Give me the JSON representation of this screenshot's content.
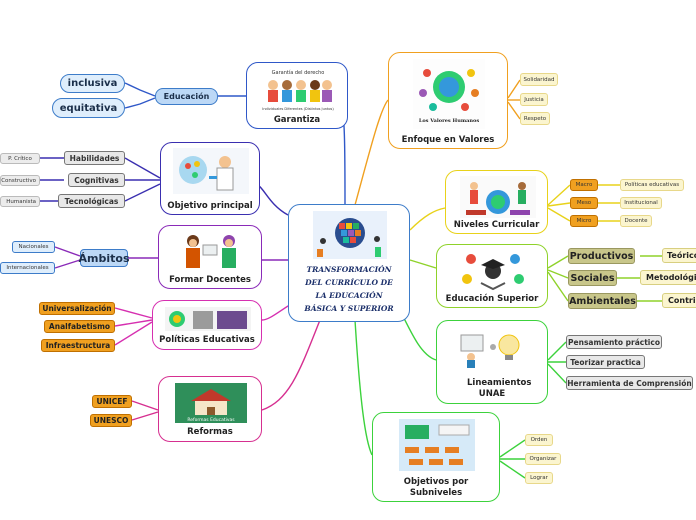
{
  "center": {
    "title": "TRANSFORMACIÓN DEL CURRÍCULO DE LA EDUCACIÓN BÁSICA Y SUPERIOR"
  },
  "garantiza": {
    "label": "Garantiza",
    "image_title": "Garantía del derecho",
    "image_caption": "Individuales Diferentes (Distintos Juntos)",
    "sub": "Educación",
    "leaves": [
      "inclusiva",
      "equitativa"
    ]
  },
  "objetivo": {
    "label": "Objetivo principal",
    "items": [
      "Habilidades",
      "Cognitivas",
      "Tecnológicas"
    ],
    "leaves": [
      "P. Crítico",
      "Constructivo",
      "Humanista"
    ]
  },
  "formar": {
    "label": "Formar Docentes",
    "sub": "Ámbitos",
    "leaves": [
      "Nacionales",
      "Internacionales"
    ]
  },
  "politicas": {
    "label": "Políticas Educativas",
    "items": [
      "Universalización",
      "Analfabetismo",
      "Infraestructura"
    ]
  },
  "reformas": {
    "label": "Reformas",
    "image_text": "Reformas Educativas",
    "items": [
      "UNICEF",
      "UNESCO"
    ]
  },
  "valores": {
    "label": "Enfoque en Valores",
    "image_caption": "Los Valores Humanos",
    "items": [
      "Solidaridad",
      "Justicia",
      "Respeto"
    ]
  },
  "niveles": {
    "label": "Niveles Curricular",
    "items": [
      "Macro",
      "Meso",
      "Micro"
    ],
    "leaves": [
      "Políticas educativas",
      "Institucional",
      "Docente"
    ]
  },
  "superior": {
    "label": "Educación Superior",
    "items": [
      "Productivos",
      "Sociales",
      "Ambientales"
    ],
    "leaves": [
      "Teórico",
      "Metodológico",
      "Contri"
    ]
  },
  "lineamientos": {
    "label": "Lineamientos UNAE",
    "items": [
      "Pensamiento práctico",
      "Teorizar practica",
      "Herramienta de Comprensión"
    ]
  },
  "subniveles": {
    "label": "Objetivos por Subniveles",
    "items": [
      "Orden",
      "Organizar",
      "Lograr"
    ]
  }
}
